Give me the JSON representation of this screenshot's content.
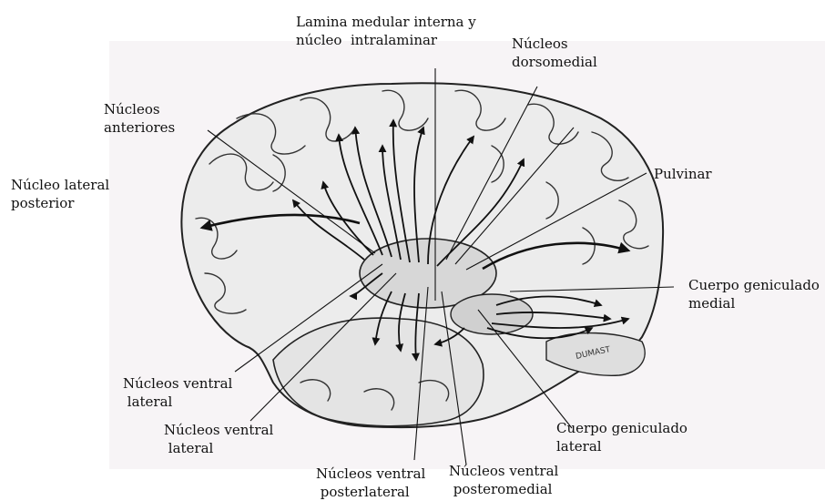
{
  "labels": {
    "lamina": "Lamina medular interna y\nnúcleo  intralaminar",
    "dorsomedial": "Núcleos\ndorsomedial",
    "anteriores": "Núcleos\nanteriores",
    "lateral_posterior": "Núcleo lateral\nposterior",
    "pulvinar": "Pulvinar",
    "cuerpo_medial": "Cuerpo geniculado\nmedial",
    "ventral_lateral_1": "Núcleos ventral\n lateral",
    "ventral_lateral_2": "Núcleos ventral\n lateral",
    "cuerpo_lateral": "Cuerpo geniculado\nlateral",
    "ventral_posterlateral": "Núcleos ventral\n posterlateral",
    "ventral_posteromedial": "Núcleos ventral\n posteromedial"
  },
  "artist_signature": "DUMAST"
}
